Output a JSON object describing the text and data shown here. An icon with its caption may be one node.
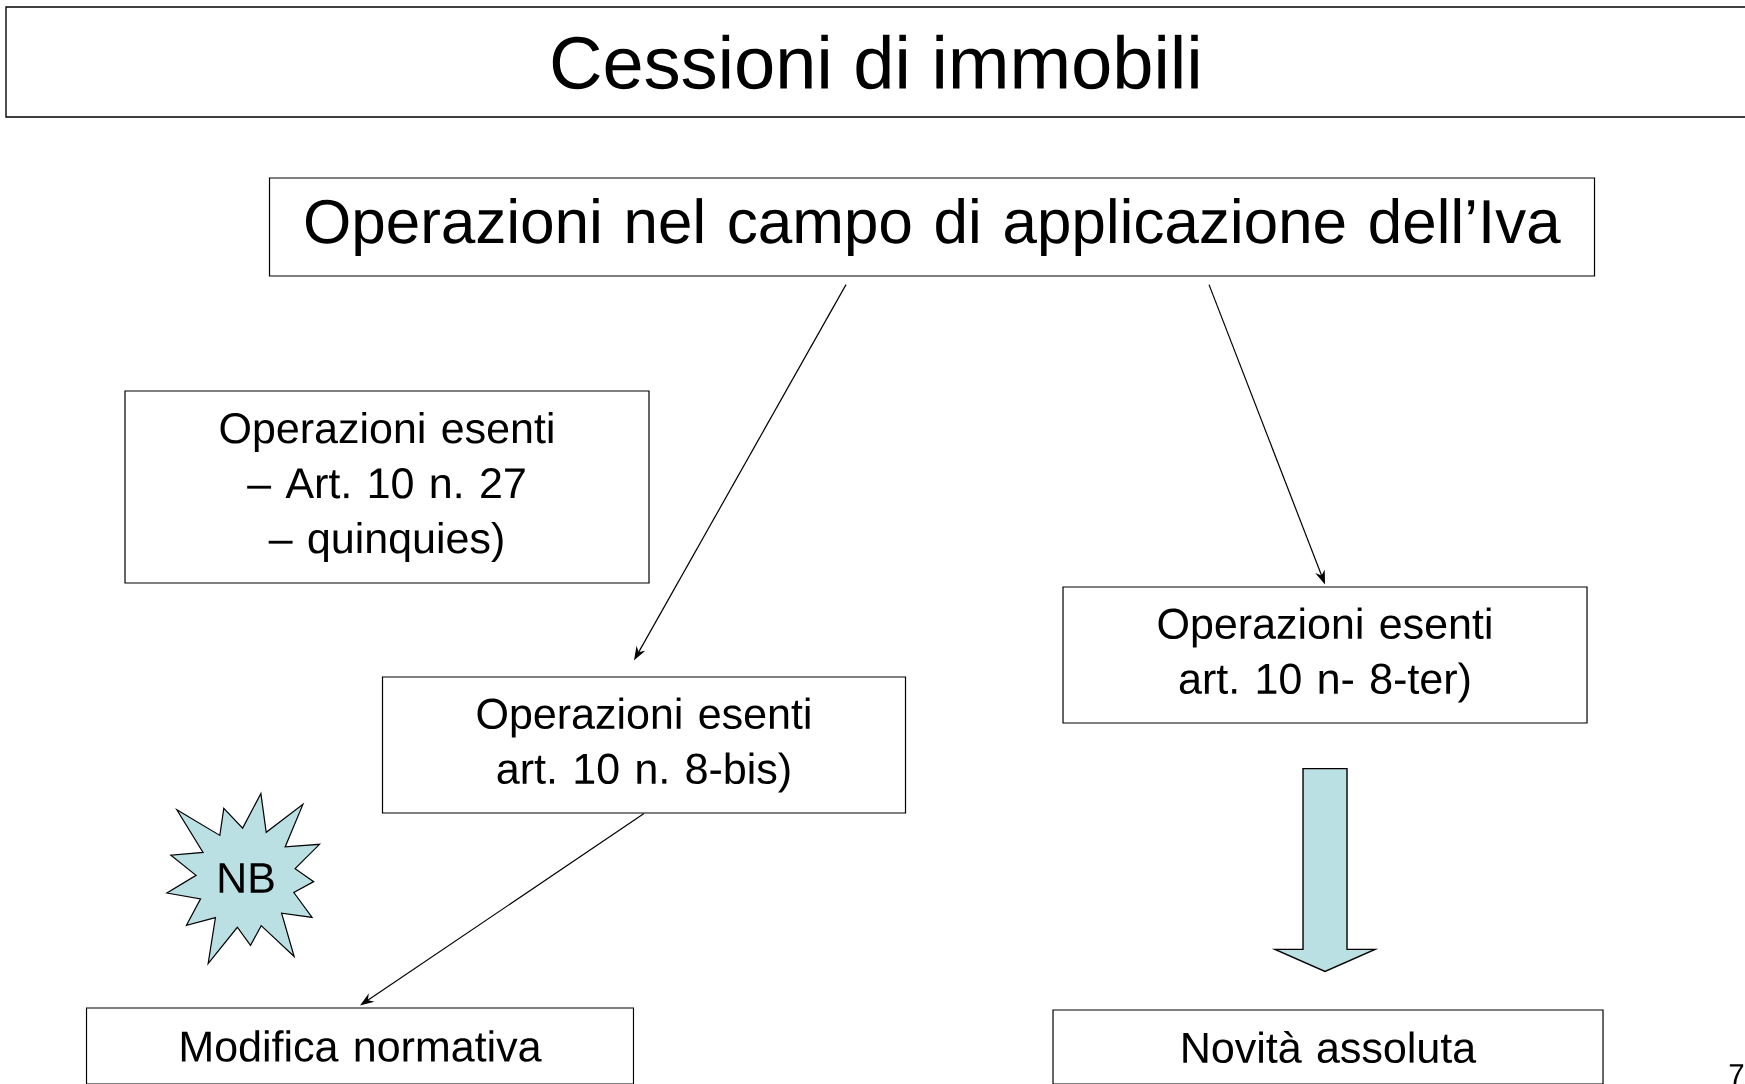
{
  "diagram": {
    "title": "Cessioni di immobili",
    "nodes": [
      {
        "text": [
          "Operazioni nel campo di applicazione dell’Iva"
        ]
      },
      {
        "text": [
          "Operazioni esenti – Art. 10 n. 27 – quinquies)"
        ]
      },
      {
        "text": [
          "Operazioni esenti art. 10 n- 8-ter)"
        ]
      },
      {
        "text": [
          "Operazioni esenti art. 10 n. 8-bis)"
        ]
      },
      {
        "text": [
          "NB"
        ]
      },
      {
        "text": [
          "Modifica normativa"
        ]
      },
      {
        "text": [
          "Novità assoluta"
        ]
      }
    ],
    "edges": [
      {
        "from": 0,
        "to": 3,
        "arrow": "to"
      },
      {
        "from": 0,
        "to": 2,
        "arrow": "to"
      },
      {
        "from": 3,
        "to": 5,
        "arrow": "to"
      },
      {
        "from": 2,
        "to": 6,
        "arrow": "to",
        "style": "thick",
        "color": "#bbe0e3"
      }
    ],
    "labels": [
      "7"
    ]
  }
}
